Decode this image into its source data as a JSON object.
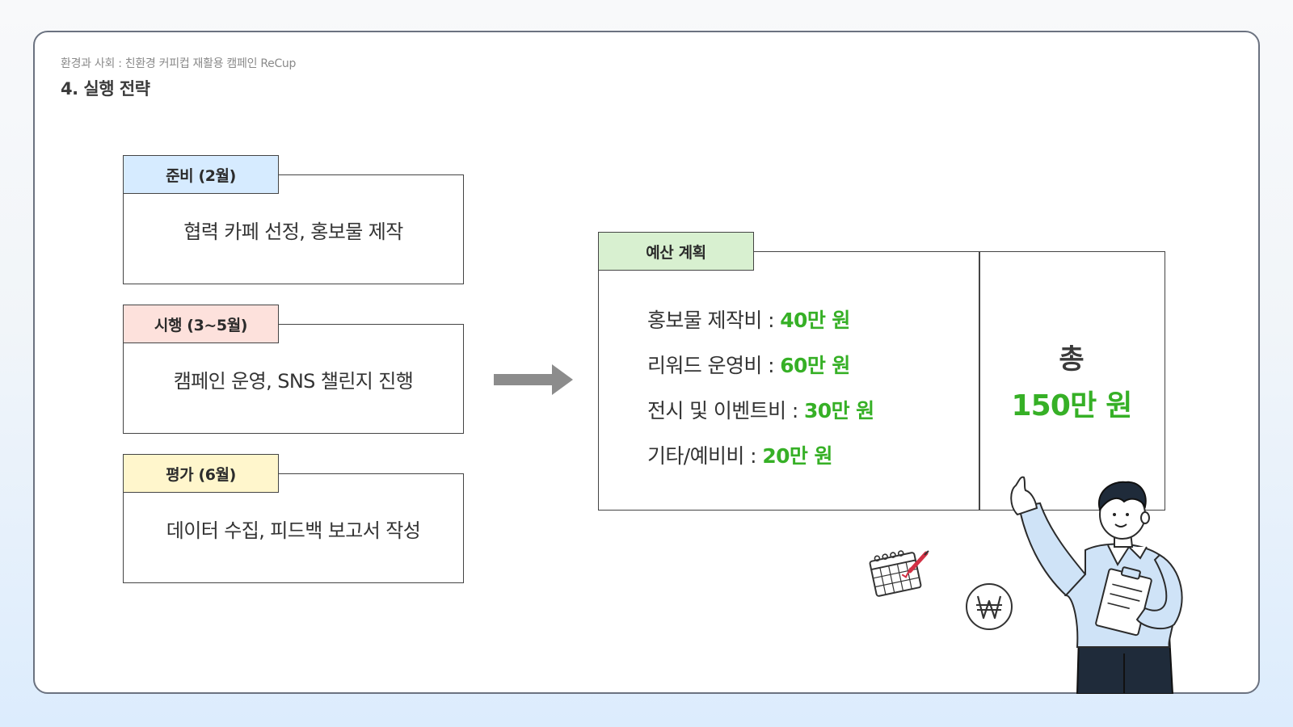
{
  "header": {
    "breadcrumb": "환경과 사회 : 친환경 커피컵 재활용 캠페인 ReCup",
    "title": "4. 실행 전략"
  },
  "phases": [
    {
      "label": "준비 (2월)",
      "description": "협력 카페 선정, 홍보물 제작",
      "color": "#d6ebff"
    },
    {
      "label": "시행 (3~5월)",
      "description": "캠페인 운영, SNS 챌린지 진행",
      "color": "#fde1dc"
    },
    {
      "label": "평가 (6월)",
      "description": "데이터 수집, 피드백 보고서 작성",
      "color": "#fff6cc"
    }
  ],
  "budget": {
    "title": "예산 계획",
    "items": [
      {
        "name": "홍보물 제작비 : ",
        "amount": "40만 원"
      },
      {
        "name": "리워드 운영비 : ",
        "amount": "60만 원"
      },
      {
        "name": "전시 및 이벤트비 : ",
        "amount": "30만 원"
      },
      {
        "name": "기타/예비비 : ",
        "amount": "20만 원"
      }
    ],
    "total_label": "총",
    "total_value": "150만 원"
  },
  "colors": {
    "accent_green": "#36b026",
    "budget_tab": "#d8f0d0",
    "arrow": "#8c8c8c"
  },
  "icons": [
    "arrow-right-icon",
    "calendar-icon",
    "won-coin-icon",
    "person-illustration"
  ]
}
